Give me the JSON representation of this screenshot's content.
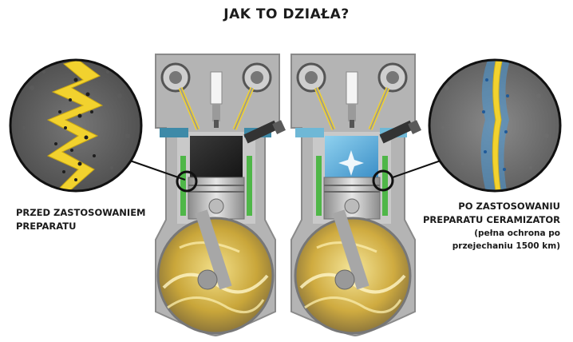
{
  "title": "JAK TO DZIAŁA?",
  "before": {
    "label_line1": "PRZED ZASTOSOWANIEM",
    "label_line2": "PREPARATU"
  },
  "after": {
    "label_line1": "PO ZASTOSOWANIU",
    "label_line2": "PREPARATU CERAMIZATOR",
    "note_line1": "(pełna ochrona po",
    "note_line2": "przejechaniu 1500 km)"
  },
  "colors": {
    "accent_yellow": "#f2d22e",
    "ceramic_blue": "#4a9bd8",
    "soot_black": "#2a2a2a",
    "oil_gold": "#d9b23c",
    "engine_grey": "#9a9a9a",
    "cylinder_green": "#4fb748"
  }
}
